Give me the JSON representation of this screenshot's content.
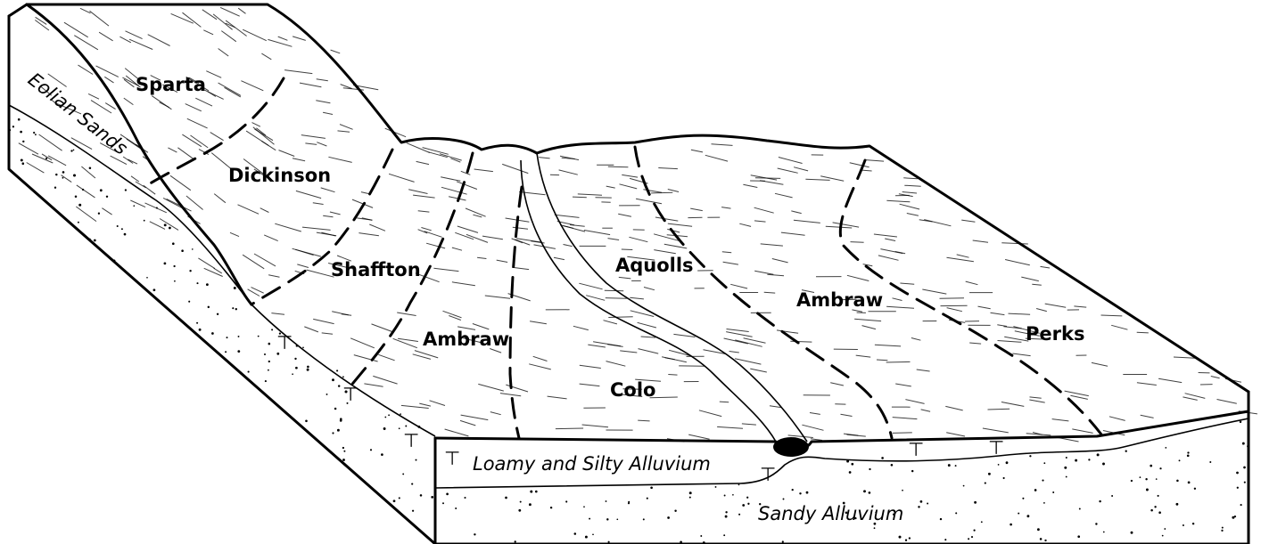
{
  "soil_labels": {
    "sparta": "Sparta",
    "dickinson": "Dickinson",
    "shaffton": "Shaffton",
    "ambraw_left": "Ambraw",
    "colo": "Colo",
    "aquolls": "Aquolls",
    "ambraw_right": "Ambraw",
    "perks": "Perks"
  },
  "material_labels": {
    "eolian_sands": "Eolian Sands",
    "loamy_silty_alluvium": "Loamy and Silty Alluvium",
    "sandy_alluvium": "Sandy Alluvium"
  },
  "water_table_symbol": "⊤"
}
